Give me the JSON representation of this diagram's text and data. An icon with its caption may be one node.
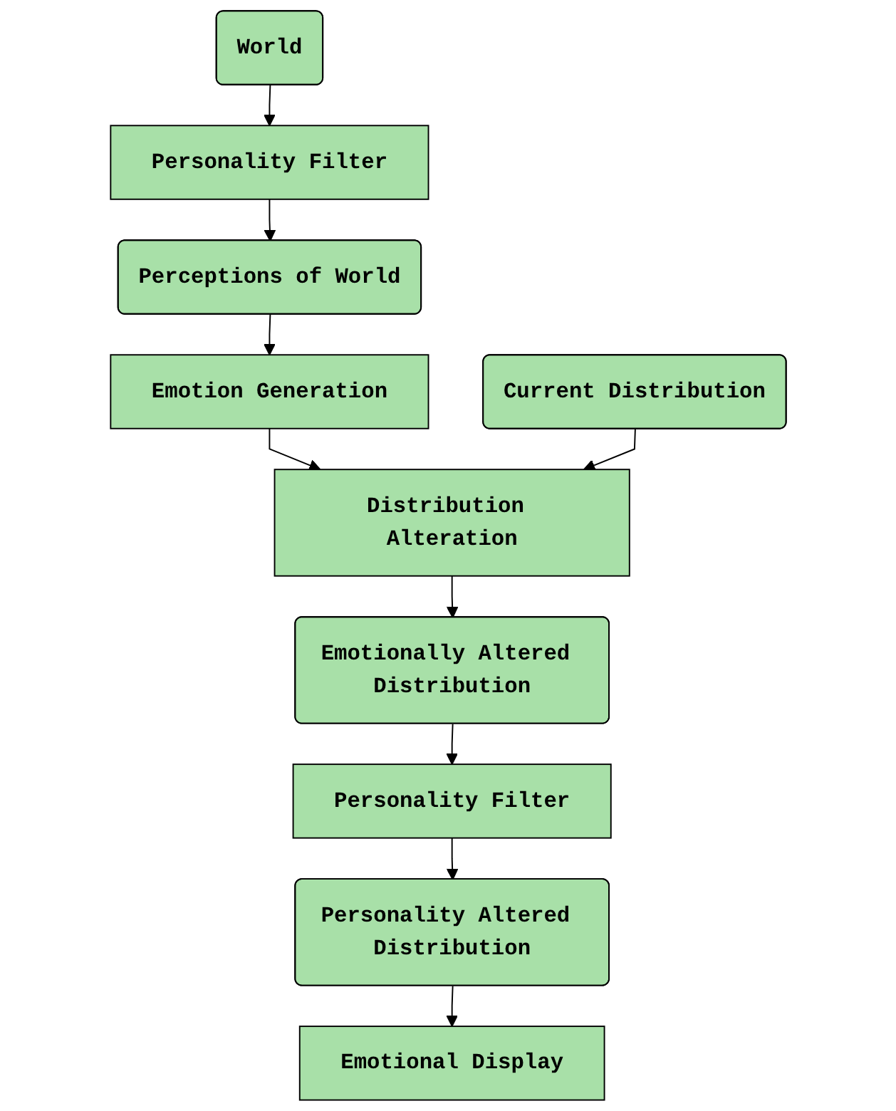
{
  "diagram": {
    "nodes": [
      {
        "text": [
          "World"
        ]
      },
      {
        "text": [
          "Personality Filter"
        ]
      },
      {
        "text": [
          "Perceptions of World"
        ]
      },
      {
        "text": [
          "Emotion Generation"
        ]
      },
      {
        "text": [
          "Current Distribution"
        ]
      },
      {
        "text": [
          "Distribution Alteration"
        ]
      },
      {
        "text": [
          "Emotionally Altered Distribution"
        ]
      },
      {
        "text": [
          "Personality Filter"
        ]
      },
      {
        "text": [
          "Personality Altered Distribution"
        ]
      },
      {
        "text": [
          "Emotional Display"
        ]
      }
    ],
    "edges": [
      {
        "from": 0,
        "to": 1,
        "arrow": "to"
      },
      {
        "from": 1,
        "to": 2,
        "arrow": "to"
      },
      {
        "from": 2,
        "to": 3,
        "arrow": "to"
      },
      {
        "from": 3,
        "to": 5,
        "arrow": "to"
      },
      {
        "from": 4,
        "to": 5,
        "arrow": "to"
      },
      {
        "from": 5,
        "to": 6,
        "arrow": "to"
      },
      {
        "from": 6,
        "to": 7,
        "arrow": "to"
      },
      {
        "from": 7,
        "to": 8,
        "arrow": "to"
      },
      {
        "from": 8,
        "to": 9,
        "arrow": "to"
      }
    ]
  }
}
